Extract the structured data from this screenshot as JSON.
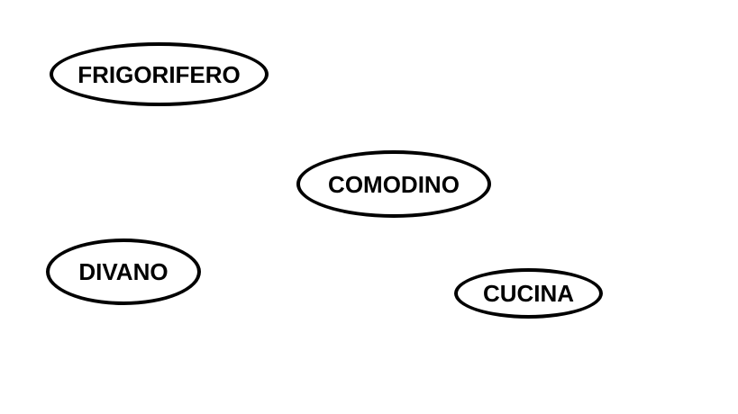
{
  "diagram": {
    "nodes": [
      {
        "id": "frigorifero",
        "label": "FRIGORIFERO"
      },
      {
        "id": "comodino",
        "label": "COMODINO"
      },
      {
        "id": "divano",
        "label": "DIVANO"
      },
      {
        "id": "cucina",
        "label": "CUCINA"
      }
    ],
    "colors": {
      "background": "#ffffff",
      "outline": "#000000",
      "text": "#000000"
    }
  }
}
